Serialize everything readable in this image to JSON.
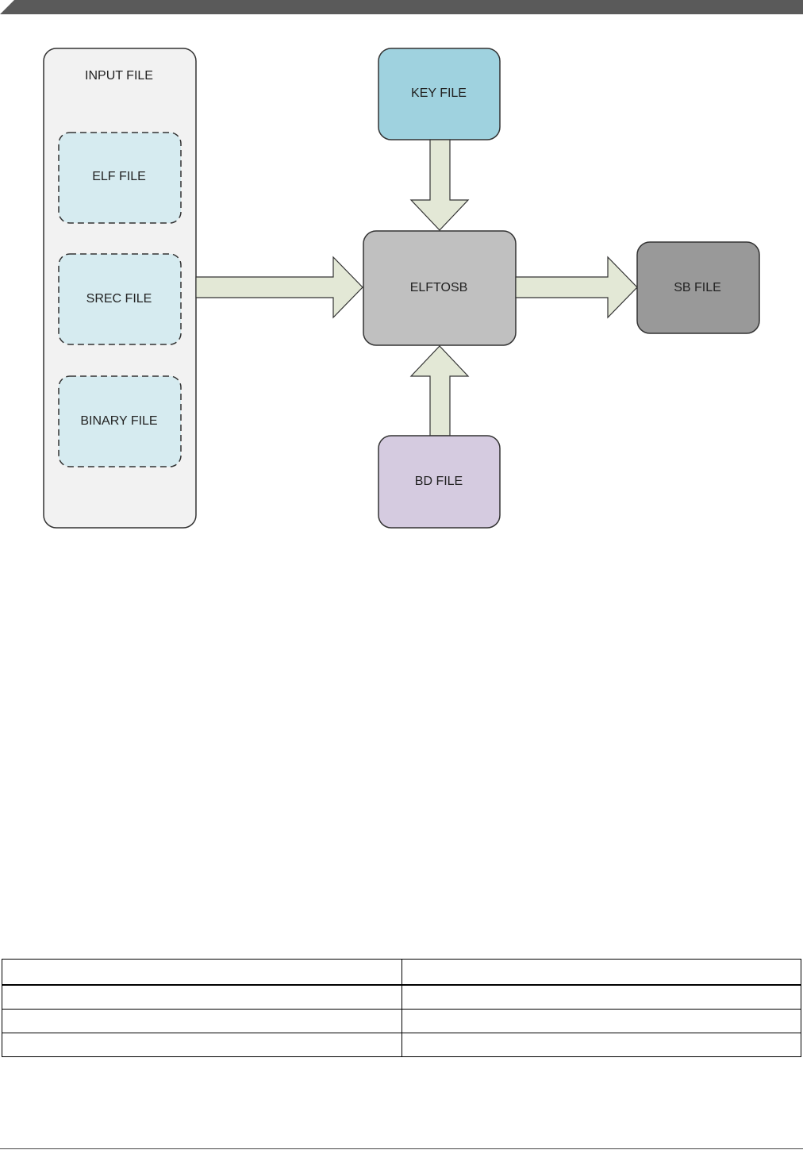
{
  "diagram": {
    "input_group": {
      "title": "INPUT FILE",
      "items": [
        "ELF FILE",
        "SREC FILE",
        "BINARY FILE"
      ]
    },
    "key_file": "KEY FILE",
    "tool": "ELFTOSB",
    "output": "SB FILE",
    "bd_file": "BD FILE",
    "colors": {
      "header_band": "#5a5a5a",
      "input_group_fill": "#f2f2f2",
      "input_item_fill": "#d6ebf0",
      "key_file_fill": "#9fd2df",
      "tool_fill": "#c0c0c0",
      "output_fill": "#999999",
      "bd_file_fill": "#d5cbe0",
      "arrow_fill": "#e3e8d6"
    }
  },
  "table": {
    "rows": [
      [
        "",
        ""
      ],
      [
        "",
        ""
      ],
      [
        "",
        ""
      ],
      [
        "",
        ""
      ]
    ]
  }
}
